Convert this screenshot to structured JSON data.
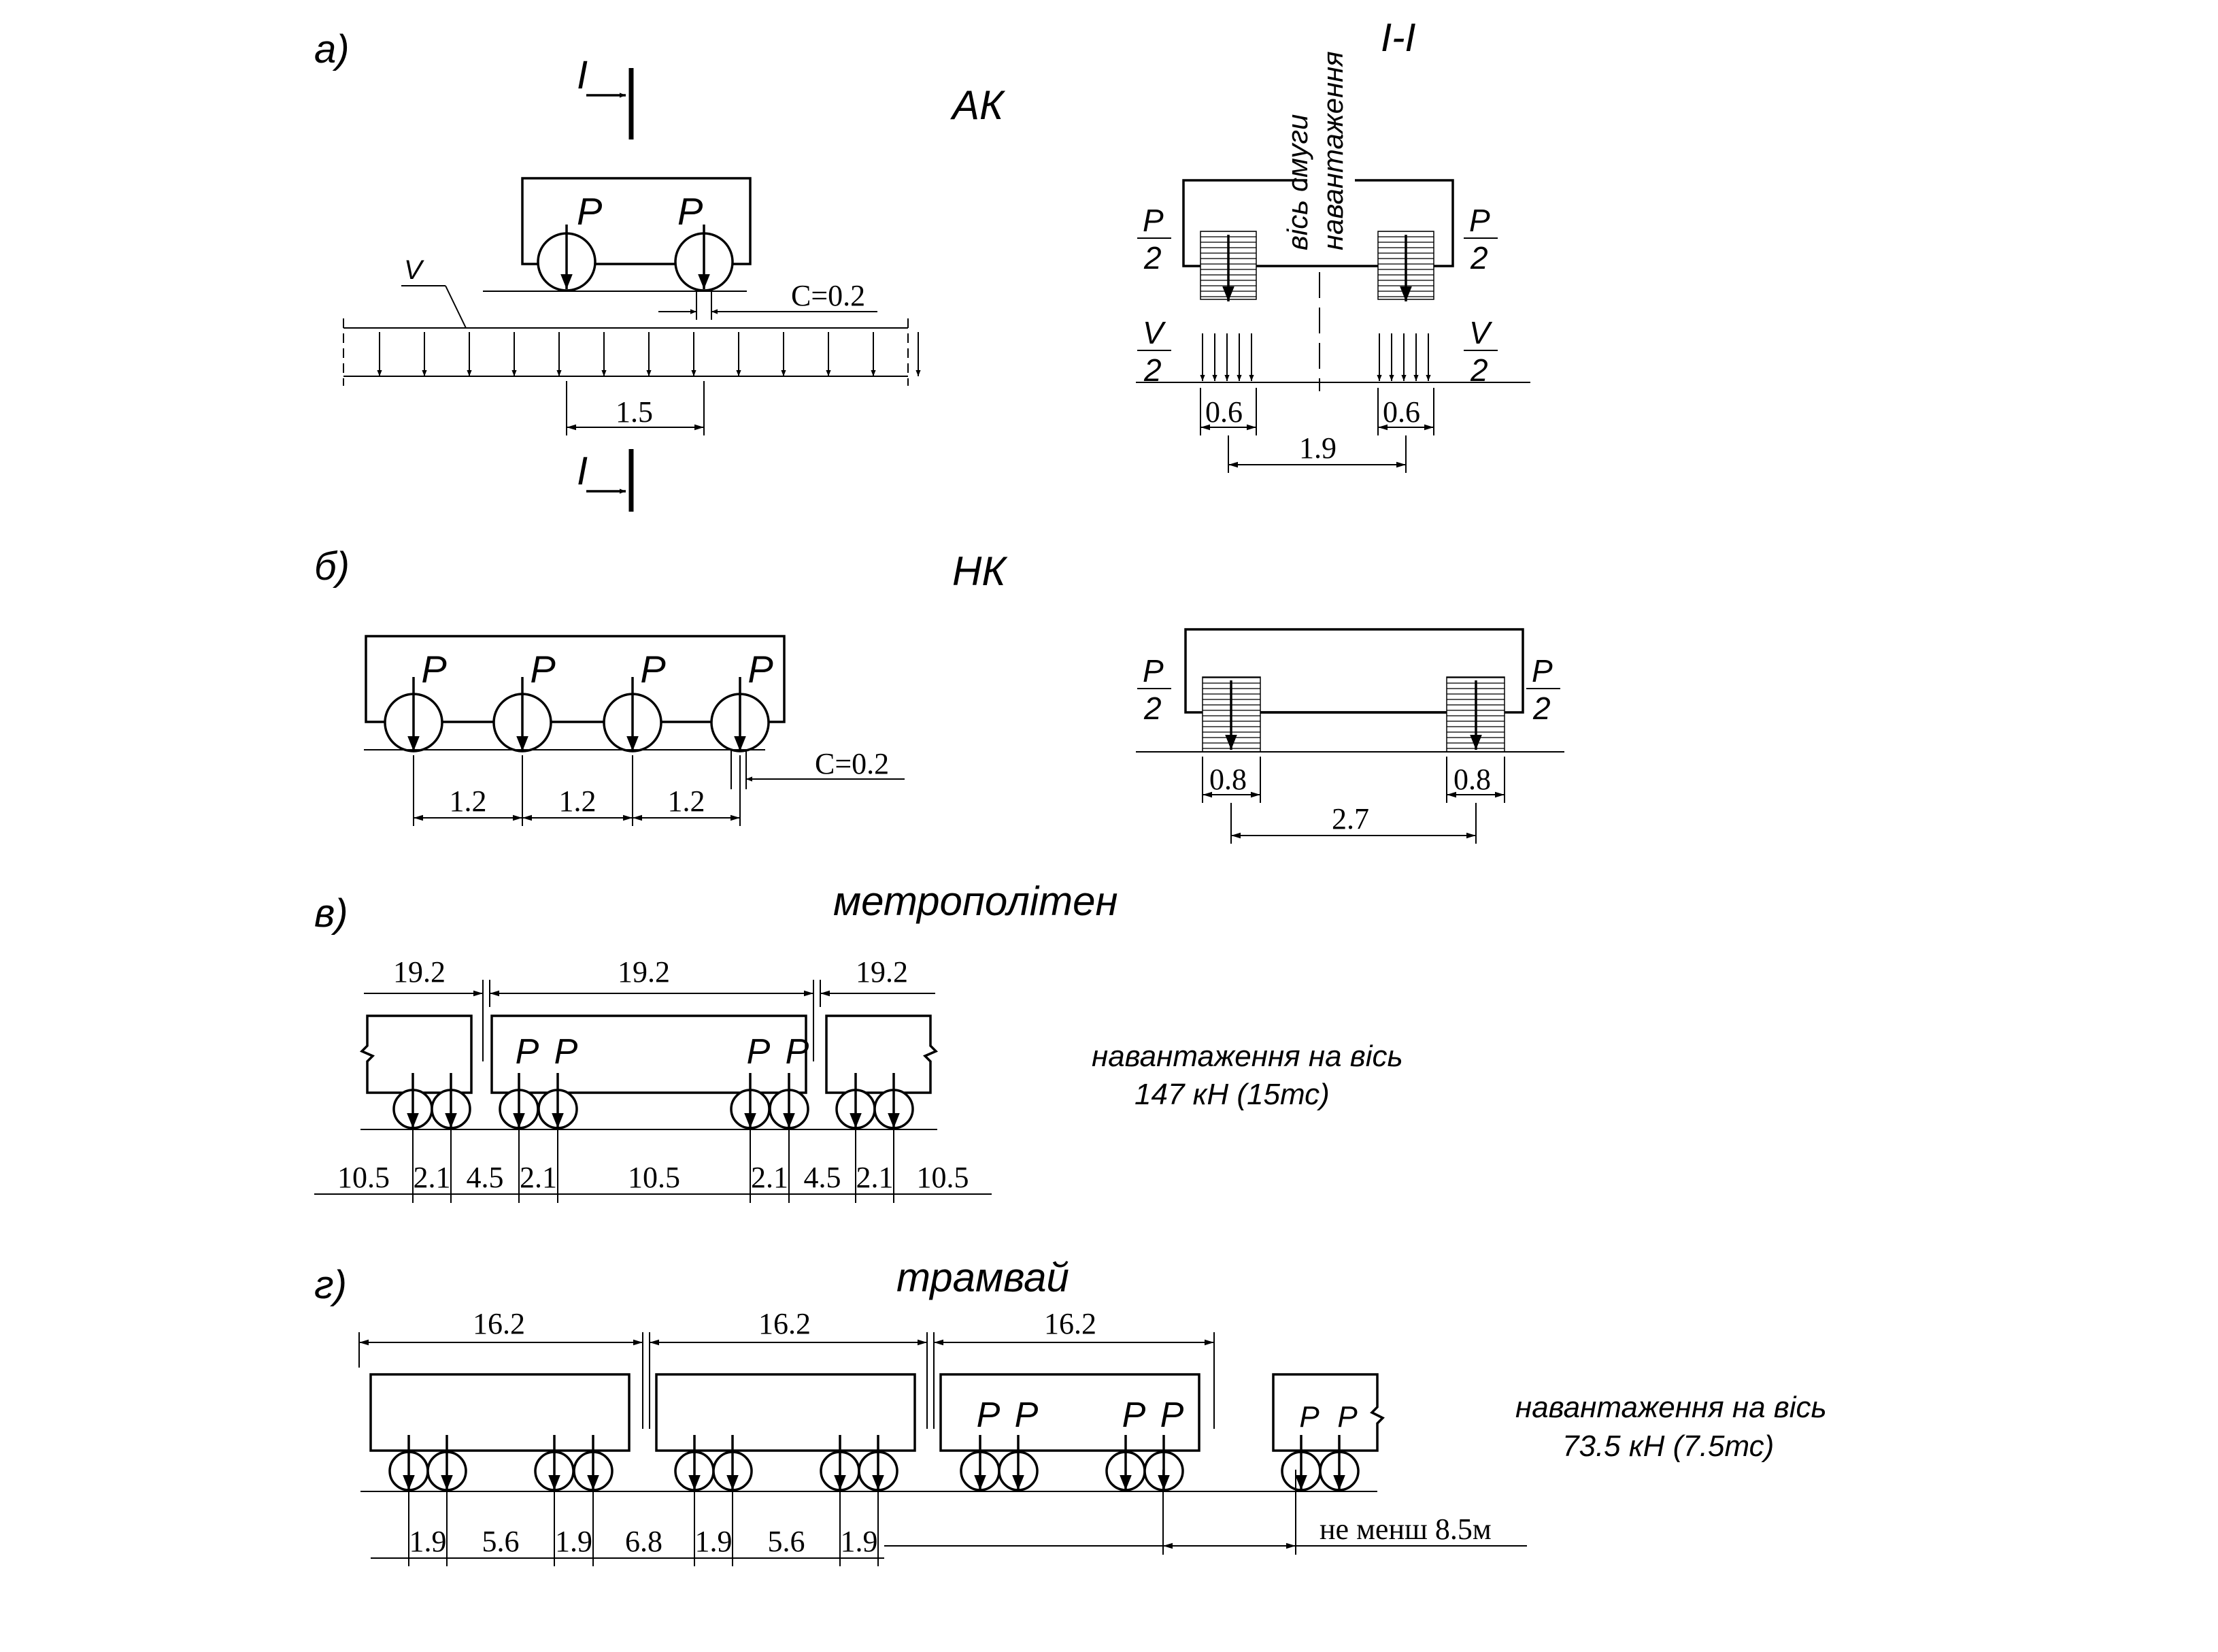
{
  "panel_a": {
    "label": "а)",
    "title": "АК",
    "section_title": "І-І",
    "section_mark": "І",
    "load_p": "P",
    "load_v": "V",
    "c_dim": "C=0.2",
    "axle_spacing": "1.5",
    "axis_label_1": "вісь смуги",
    "axis_label_2": "навантаження",
    "half_num_p": "P",
    "half_num_v": "V",
    "half_den": "2",
    "wheel_width": "0.6",
    "track": "1.9"
  },
  "panel_b": {
    "label": "б)",
    "title": "НК",
    "load_p": "P",
    "c_dim": "C=0.2",
    "spacings": [
      "1.2",
      "1.2",
      "1.2"
    ],
    "half_num_p": "P",
    "half_den": "2",
    "wheel_width": "0.8",
    "track": "2.7"
  },
  "panel_v": {
    "label": "в)",
    "title": "метрополітен",
    "car_lengths": [
      "19.2",
      "19.2",
      "19.2"
    ],
    "load_p": "P",
    "bottom_dims": [
      "10.5",
      "2.1",
      "4.5",
      "2.1",
      "10.5",
      "2.1",
      "4.5",
      "2.1",
      "10.5"
    ],
    "note_1": "навантаження на вісь",
    "note_2": "147 кН (15тс)"
  },
  "panel_g": {
    "label": "г)",
    "title": "трамвай",
    "car_lengths": [
      "16.2",
      "16.2",
      "16.2"
    ],
    "load_p": "P",
    "bottom_dims": [
      "1.9",
      "5.6",
      "1.9",
      "6.8",
      "1.9",
      "5.6",
      "1.9"
    ],
    "min_dist": "не менш 8.5м",
    "note_1": "навантаження на вісь",
    "note_2": "73.5 кН (7.5тс)"
  }
}
